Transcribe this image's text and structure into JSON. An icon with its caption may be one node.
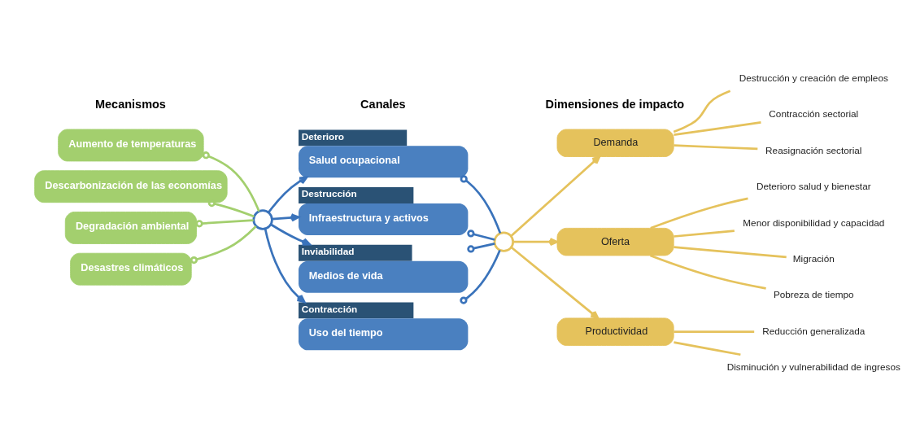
{
  "diagram": {
    "nodes": [
      {
        "text": [
          "Desastres climáticos"
        ]
      },
      {
        "text": [
          "Aumento de temperaturas"
        ]
      },
      {
        "text": [
          "Descarbonización de las economías"
        ]
      },
      {
        "text": [
          "Degradación ambiental"
        ]
      },
      {
        "text": [],
        "shape": "circle"
      },
      {
        "text": [
          "Deterioro",
          "Salud ocupacional"
        ]
      },
      {
        "text": [
          "Destrucción",
          "Infraestructura y activos"
        ]
      },
      {
        "text": [
          "Inviabilidad",
          "Medios de vida"
        ]
      },
      {
        "text": [
          "Contracción",
          "Uso del tiempo"
        ]
      },
      {
        "text": [],
        "shape": "circle"
      },
      {
        "text": [
          "Demanda"
        ]
      },
      {
        "text": [
          "Oferta"
        ]
      },
      {
        "text": [
          "Productividad"
        ]
      },
      {
        "text": [
          "Destrucción y creación de empleos"
        ]
      },
      {
        "text": [
          "Contracción sectorial"
        ]
      },
      {
        "text": [
          "Reasignación sectorial"
        ]
      },
      {
        "text": [
          "Deterioro salud y bienestar"
        ]
      },
      {
        "text": [
          "Menor disponibilidad y capacidad"
        ]
      },
      {
        "text": [
          "Migración"
        ]
      },
      {
        "text": [
          "Pobreza de tiempo"
        ]
      },
      {
        "text": [
          "Reducción generalizada"
        ]
      },
      {
        "text": [
          "Disminución y vulnerabilidad de ingresos"
        ]
      }
    ],
    "edges": [
      {
        "from": 0,
        "to": 4,
        "arrow": "other",
        "color": "#a3cf6e"
      },
      {
        "from": 1,
        "to": 4,
        "arrow": "other",
        "color": "#a3cf6e"
      },
      {
        "from": 2,
        "to": 4,
        "arrow": "other",
        "color": "#a3cf6e"
      },
      {
        "from": 3,
        "to": 4,
        "arrow": "other",
        "color": "#a3cf6e"
      },
      {
        "from": 4,
        "to": 5,
        "arrow": "to",
        "color": "#3a73bb"
      },
      {
        "from": 4,
        "to": 6,
        "arrow": "to",
        "color": "#3a73bb"
      },
      {
        "from": 4,
        "to": 7,
        "arrow": "to",
        "color": "#3a73bb"
      },
      {
        "from": 4,
        "to": 8,
        "arrow": "to",
        "color": "#3a73bb"
      },
      {
        "from": 5,
        "to": 9,
        "arrow": "other",
        "color": "#3a73bb"
      },
      {
        "from": 6,
        "to": 9,
        "arrow": "other",
        "color": "#3a73bb"
      },
      {
        "from": 7,
        "to": 9,
        "arrow": "other",
        "color": "#3a73bb"
      },
      {
        "from": 8,
        "to": 9,
        "arrow": "other",
        "color": "#3a73bb"
      },
      {
        "from": 9,
        "to": 10,
        "arrow": "to"
      },
      {
        "from": 9,
        "to": 11,
        "arrow": "to"
      },
      {
        "from": 9,
        "to": 12,
        "arrow": "to"
      },
      {
        "from": 10,
        "to": 13,
        "arrow": "none"
      },
      {
        "from": 10,
        "to": 14,
        "arrow": "none"
      },
      {
        "from": 10,
        "to": 15,
        "arrow": "none"
      },
      {
        "from": 11,
        "to": 16,
        "arrow": "none"
      },
      {
        "from": 11,
        "to": 17,
        "arrow": "none"
      },
      {
        "from": 11,
        "to": 18,
        "arrow": "none"
      },
      {
        "from": 11,
        "to": 19,
        "arrow": "none"
      },
      {
        "from": 12,
        "to": 20,
        "arrow": "none"
      },
      {
        "from": 12,
        "to": 21,
        "arrow": "none"
      }
    ],
    "labels": [
      "Dimensiones de impacto",
      "Mecanismos",
      "Canales"
    ]
  }
}
